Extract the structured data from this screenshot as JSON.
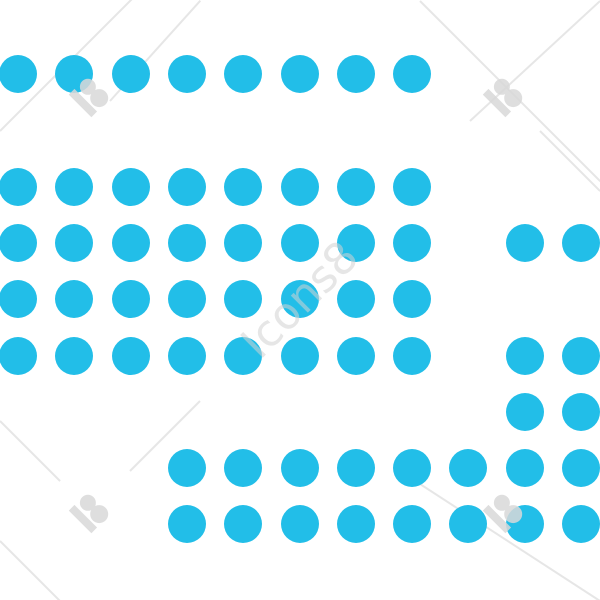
{
  "pattern": {
    "dot_color": "#22bee8",
    "dot_shape": "circle",
    "rows": [
      {
        "cols": [
          1,
          2,
          3,
          4,
          5,
          6,
          7,
          8
        ]
      },
      {
        "cols": []
      },
      {
        "cols": [
          1,
          2,
          3,
          4,
          5,
          6,
          7,
          8
        ]
      },
      {
        "cols": [
          1,
          2,
          3,
          4,
          5,
          6,
          7,
          8,
          10,
          11
        ]
      },
      {
        "cols": [
          1,
          2,
          3,
          4,
          5,
          6,
          7,
          8
        ]
      },
      {
        "cols": [
          1,
          2,
          3,
          4,
          5,
          6,
          7,
          8,
          10,
          11
        ]
      },
      {
        "cols": [
          10,
          11
        ]
      },
      {
        "cols": [
          4,
          5,
          6,
          7,
          8,
          9,
          10,
          11
        ]
      },
      {
        "cols": [
          4,
          5,
          6,
          7,
          8,
          9,
          10,
          11
        ]
      }
    ]
  },
  "watermark": {
    "text": "Icons8",
    "logo_icon": "icons8-logo-icon",
    "color": "#e6e6e6"
  }
}
